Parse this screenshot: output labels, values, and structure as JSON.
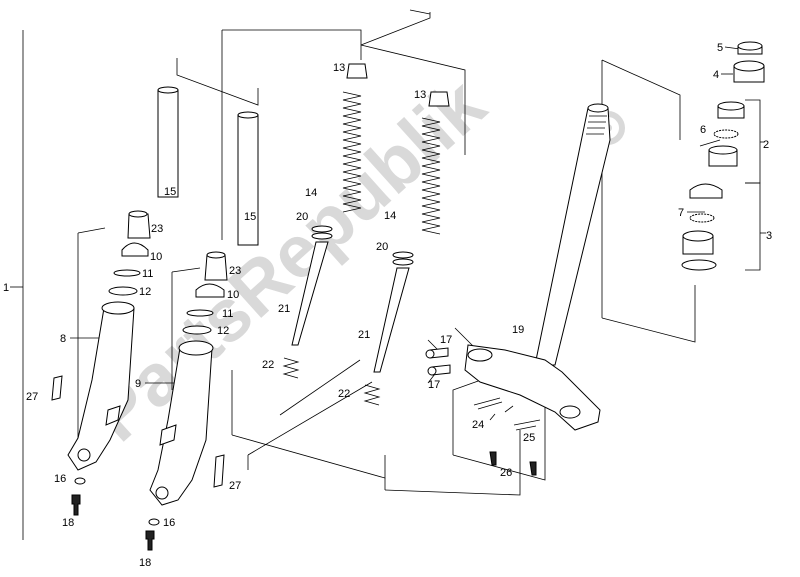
{
  "watermark": "PartsRepublik",
  "callouts": {
    "c1": "1",
    "c2": "2",
    "c3": "3",
    "c4": "4",
    "c5": "5",
    "c6": "6",
    "c7": "7",
    "c8": "8",
    "c9": "9",
    "c10a": "10",
    "c10b": "10",
    "c11a": "11",
    "c11b": "11",
    "c12a": "12",
    "c12b": "12",
    "c13a": "13",
    "c13b": "13",
    "c14a": "14",
    "c14b": "14",
    "c15a": "15",
    "c15b": "15",
    "c16a": "16",
    "c16b": "16",
    "c17a": "17",
    "c17b": "17",
    "c18a": "18",
    "c18b": "18",
    "c19": "19",
    "c20a": "20",
    "c20b": "20",
    "c21a": "21",
    "c21b": "21",
    "c22a": "22",
    "c22b": "22",
    "c23a": "23",
    "c23b": "23",
    "c24": "24",
    "c25": "25",
    "c26": "26",
    "c27a": "27",
    "c27b": "27"
  }
}
